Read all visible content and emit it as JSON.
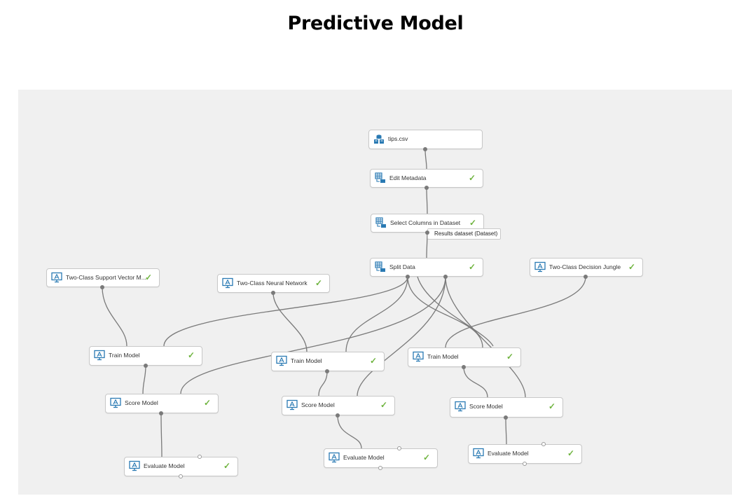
{
  "title": "Predictive Model",
  "colors": {
    "canvas": "#f0f0f0",
    "check": "#6fb43f",
    "wire": "#7a7a7a",
    "node_border": "#c8c8c8"
  },
  "tooltip": "Results dataset (Dataset)",
  "check_glyph": "✓",
  "modules": {
    "tips": {
      "label": "tips.csv",
      "icon": "dataset-icon",
      "completed": false
    },
    "edit_metadata": {
      "label": "Edit Metadata",
      "icon": "data-transform-icon",
      "completed": true
    },
    "select_columns": {
      "label": "Select Columns in Dataset",
      "icon": "data-transform-icon",
      "completed": true
    },
    "split_data": {
      "label": "Split Data",
      "icon": "data-transform-icon",
      "completed": true
    },
    "svm": {
      "label": "Two-Class Support Vector M...",
      "icon": "model-icon",
      "completed": true
    },
    "neural_net": {
      "label": "Two-Class Neural Network",
      "icon": "model-icon",
      "completed": true
    },
    "decision_jungle": {
      "label": "Two-Class Decision Jungle",
      "icon": "model-icon",
      "completed": true
    },
    "train_1": {
      "label": "Train Model",
      "icon": "model-icon",
      "completed": true
    },
    "train_2": {
      "label": "Train Model",
      "icon": "model-icon",
      "completed": true
    },
    "train_3": {
      "label": "Train Model",
      "icon": "model-icon",
      "completed": true
    },
    "score_1": {
      "label": "Score Model",
      "icon": "model-icon",
      "completed": true
    },
    "score_2": {
      "label": "Score Model",
      "icon": "model-icon",
      "completed": true
    },
    "score_3": {
      "label": "Score Model",
      "icon": "model-icon",
      "completed": true
    },
    "evaluate_1": {
      "label": "Evaluate Model",
      "icon": "evaluate-icon",
      "completed": true
    },
    "evaluate_2": {
      "label": "Evaluate Model",
      "icon": "evaluate-icon",
      "completed": true
    },
    "evaluate_3": {
      "label": "Evaluate Model",
      "icon": "evaluate-icon",
      "completed": true
    }
  }
}
